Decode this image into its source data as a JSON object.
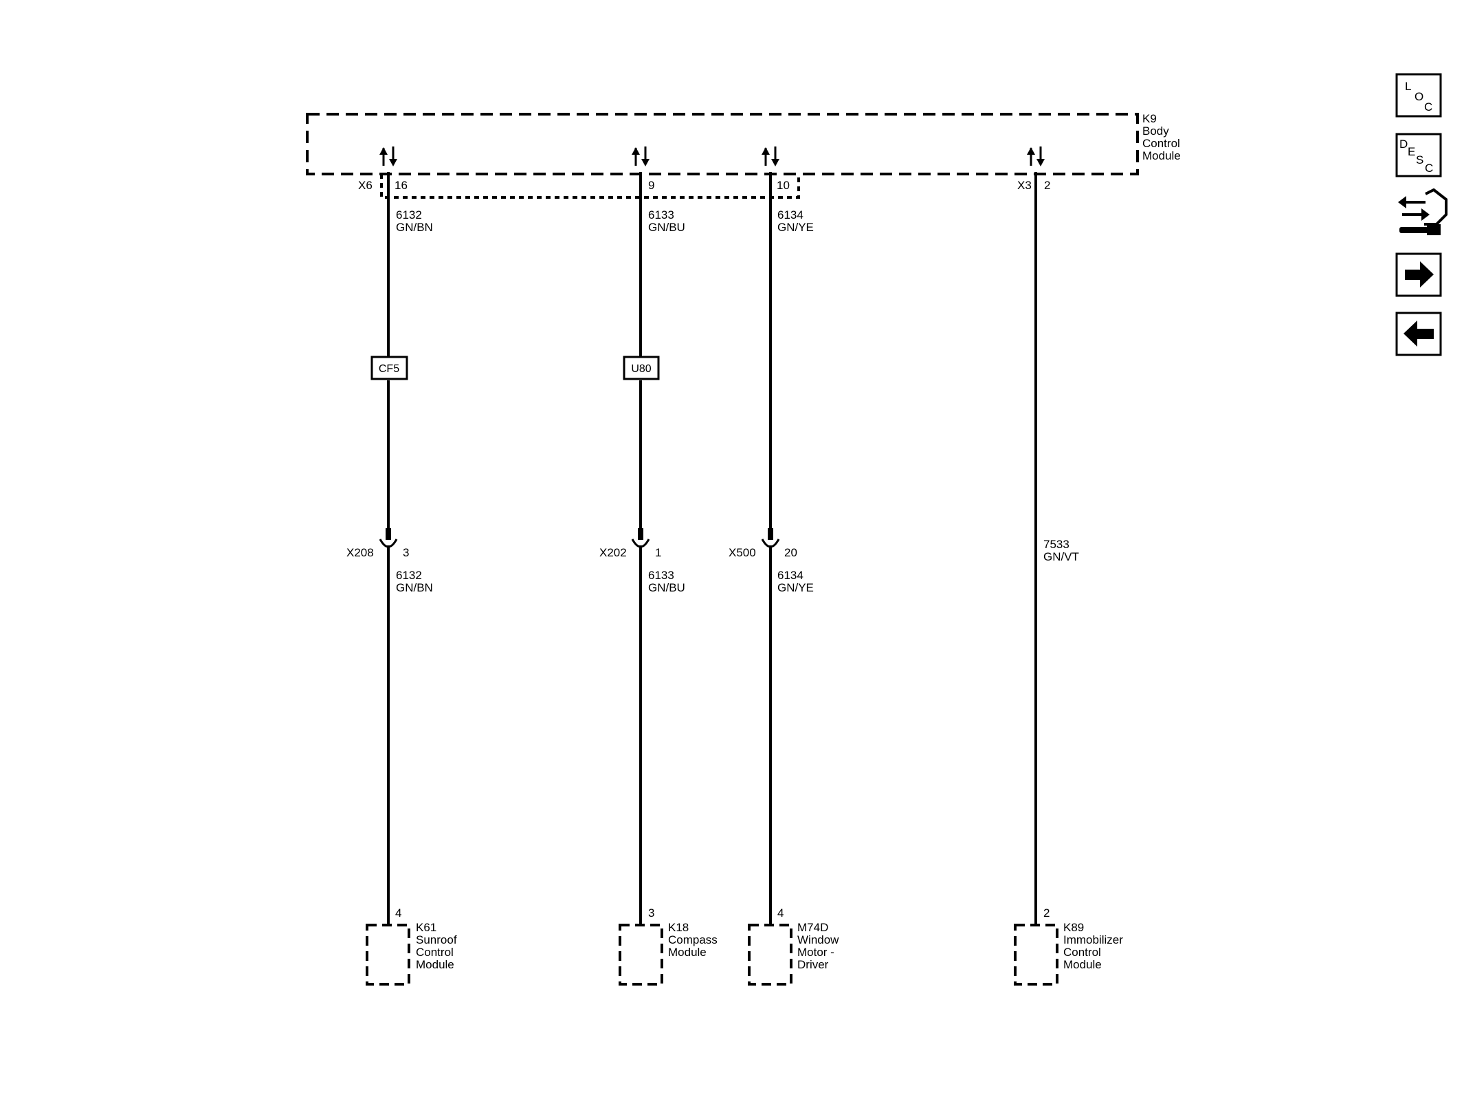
{
  "bcm": {
    "id": "K9",
    "lines": [
      "Body",
      "Control",
      "Module"
    ]
  },
  "connectors": {
    "left": "X6",
    "right": "X3"
  },
  "circuits": [
    {
      "top_pin": "16",
      "wire": "6132",
      "color": "GN/BN",
      "splice": "CF5",
      "inline": "X208",
      "inline_pin": "3",
      "wire2": "6132",
      "color2": "GN/BN",
      "end_pin": "4",
      "module_id": "K61",
      "module_lines": [
        "Sunroof",
        "Control",
        "Module"
      ]
    },
    {
      "top_pin": "9",
      "wire": "6133",
      "color": "GN/BU",
      "splice": "U80",
      "inline": "X202",
      "inline_pin": "1",
      "wire2": "6133",
      "color2": "GN/BU",
      "end_pin": "3",
      "module_id": "K18",
      "module_lines": [
        "Compass",
        "Module"
      ]
    },
    {
      "top_pin": "10",
      "wire": "6134",
      "color": "GN/YE",
      "splice": "",
      "inline": "X500",
      "inline_pin": "20",
      "wire2": "6134",
      "color2": "GN/YE",
      "end_pin": "4",
      "module_id": "M74D",
      "module_lines": [
        "Window",
        "Motor -",
        "Driver"
      ]
    },
    {
      "top_pin": "2",
      "wire": "7533",
      "color": "GN/VT",
      "splice": "",
      "inline": "",
      "inline_pin": "",
      "wire2": "",
      "color2": "",
      "end_pin": "2",
      "module_id": "K89",
      "module_lines": [
        "Immobilizer",
        "Control",
        "Module"
      ]
    }
  ],
  "side_buttons": [
    {
      "name": "loc-button",
      "letters": [
        "L",
        "O",
        "C"
      ]
    },
    {
      "name": "desc-button",
      "letters": [
        "D",
        "E",
        "S",
        "C"
      ]
    },
    {
      "name": "connector-repair-icon"
    },
    {
      "name": "next-arrow-icon"
    },
    {
      "name": "back-arrow-icon"
    }
  ]
}
